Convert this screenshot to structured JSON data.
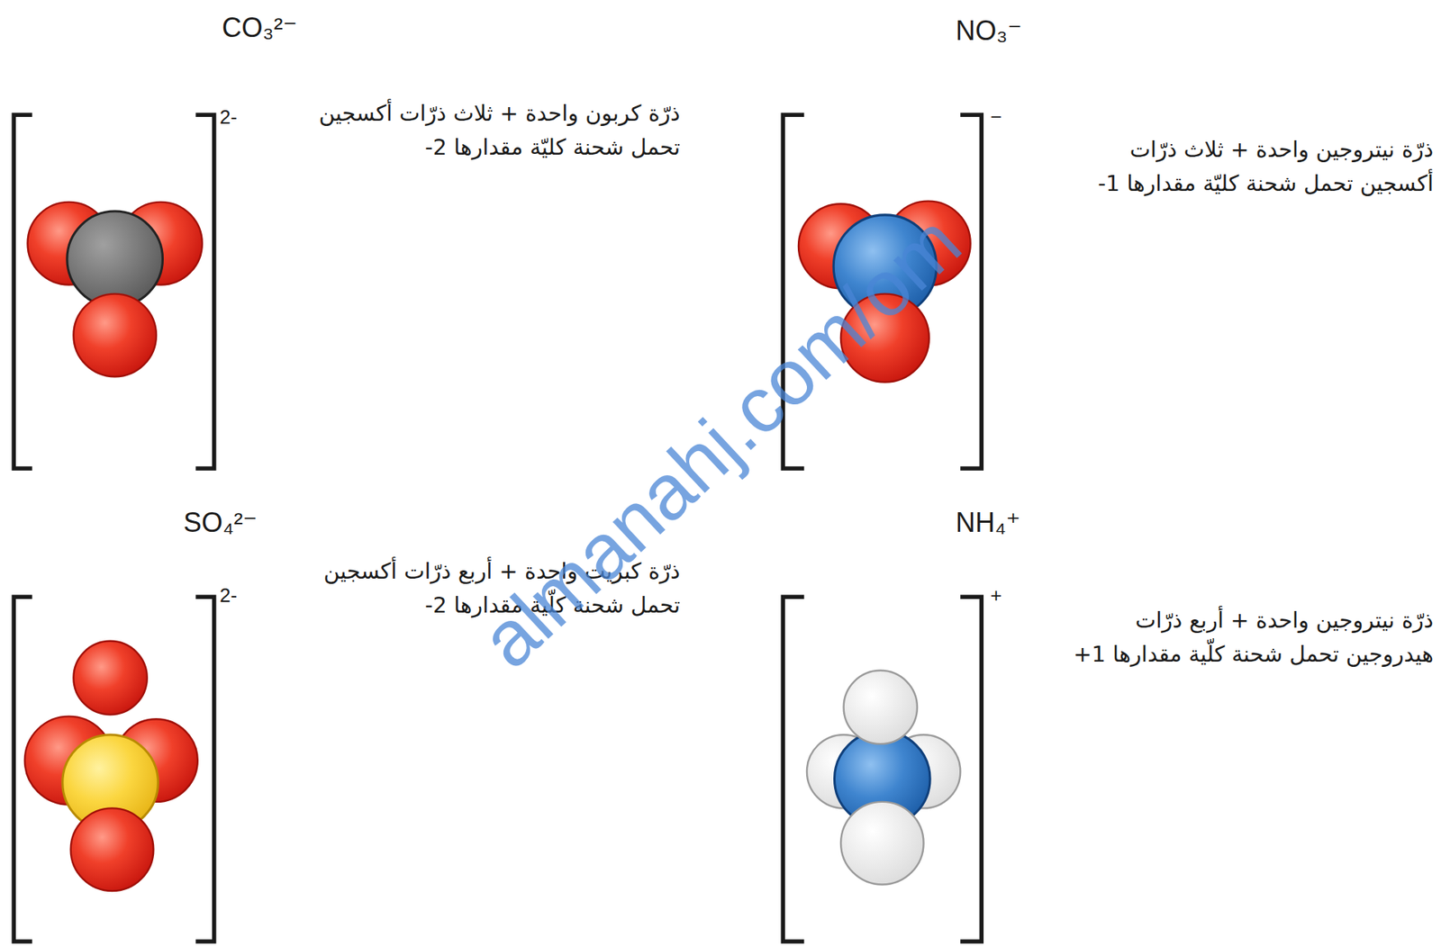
{
  "diagram": {
    "labels": [
      "CO₃²⁻",
      "2-",
      "ذرّة كربون واحدة + ثلاث ذرّات أكسجين تحمل شحنة كليّة مقدارها 2-",
      "NO₃⁻",
      "−",
      "ذرّة نيتروجين واحدة + ثلاث ذرّات أكسجين تحمل شحنة كليّة مقدارها 1-",
      "SO₄²⁻",
      "2-",
      "ذرّة كبريت واحدة + أربع ذرّات أكسجين تحمل شحنة كلّية مقدارها 2-",
      "NH₄⁺",
      "+",
      "ذرّة نيتروجين واحدة + أربع ذرّات هيدروجين تحمل شحنة كلّية مقدارها 1+",
      "almanahj.com/om"
    ]
  }
}
